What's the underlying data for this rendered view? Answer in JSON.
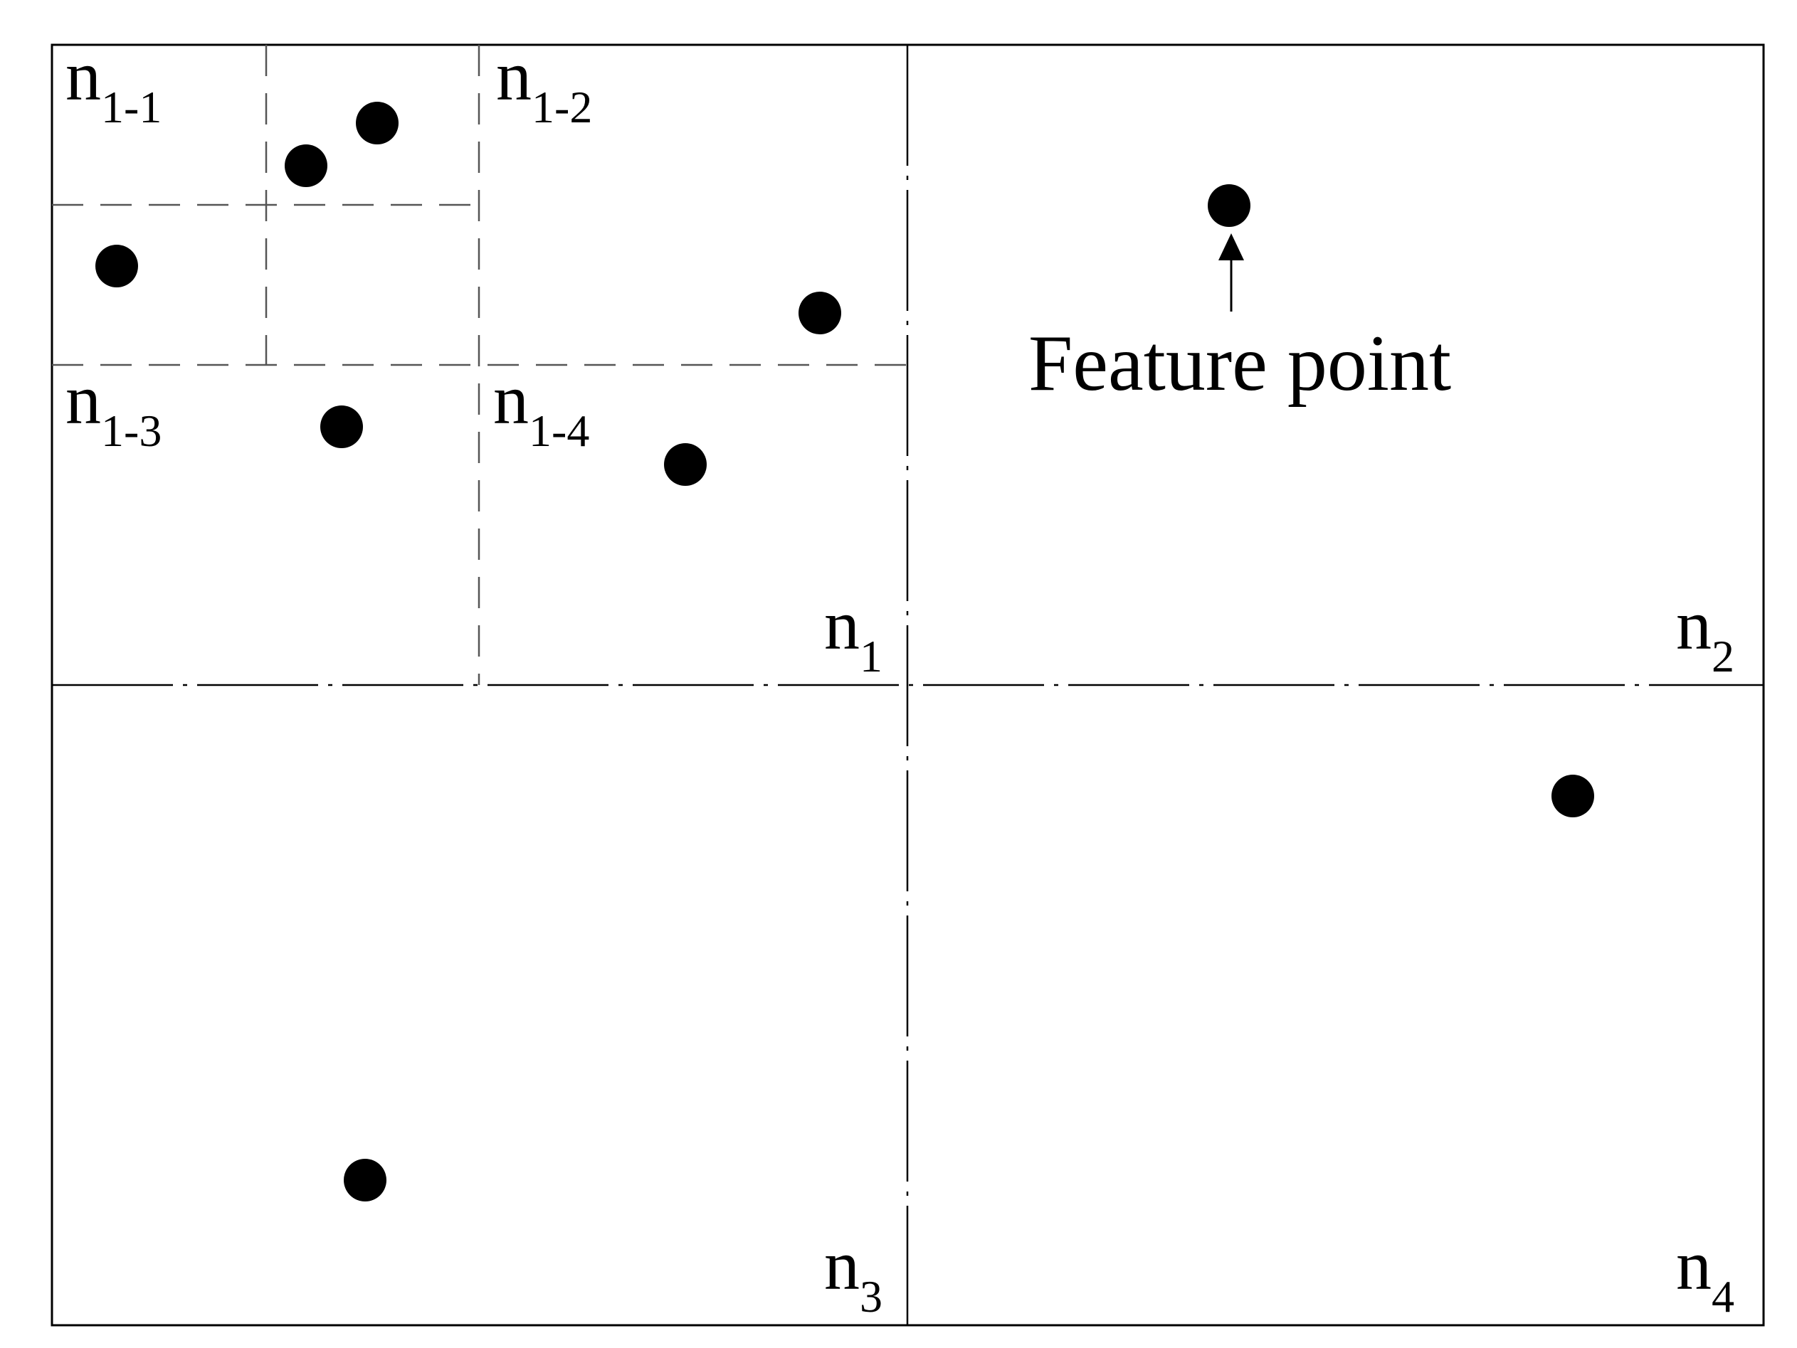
{
  "annotation": {
    "text": "Feature point"
  },
  "node_labels": [
    {
      "id": "n1-1",
      "base": "n",
      "sub": "1-1"
    },
    {
      "id": "n1-2",
      "base": "n",
      "sub": "1-2"
    },
    {
      "id": "n1-3",
      "base": "n",
      "sub": "1-3"
    },
    {
      "id": "n1-4",
      "base": "n",
      "sub": "1-4"
    },
    {
      "id": "n1",
      "base": "n",
      "sub": "1"
    },
    {
      "id": "n2",
      "base": "n",
      "sub": "2"
    },
    {
      "id": "n3",
      "base": "n",
      "sub": "3"
    },
    {
      "id": "n4",
      "base": "n",
      "sub": "4"
    }
  ],
  "colors": {
    "line": "#000000",
    "dash": "#555555",
    "point": "#000000",
    "background": "#ffffff"
  },
  "legend": {
    "marker": "filled-circle"
  }
}
